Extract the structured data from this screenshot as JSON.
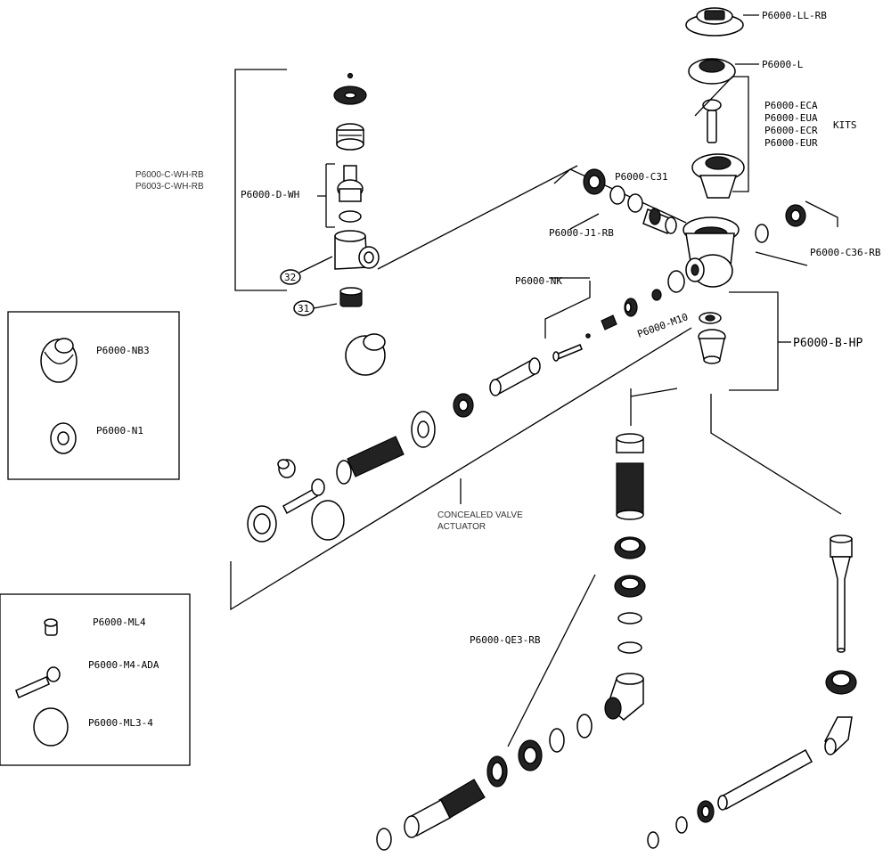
{
  "labels": {
    "ll_rb": "P6000-LL-RB",
    "l": "P6000-L",
    "eca": "P6000-ECA",
    "eua": "P6000-EUA",
    "ecr": "P6000-ECR",
    "eur": "P6000-EUR",
    "kits": "KITS",
    "c_wh_rb": "P6000-C-WH-RB",
    "c_wh_rb_2": "P6003-C-WH-RB",
    "d_wh": "P6000-D-WH",
    "c31": "P6000-C31",
    "j1_rb": "P6000-J1-RB",
    "c36_rb": "P6000-C36-RB",
    "nk": "P6000-NK",
    "m10": "P6000-M10",
    "b_hp": "P6000-B-HP",
    "n32": "32",
    "n31": "31",
    "concealed_1": "CONCEALED VALVE",
    "concealed_2": "ACTUATOR",
    "qe3_rb": "P6000-QE3-RB"
  },
  "inset_top": {
    "nb3": "P6000-NB3",
    "n1": "P6000-N1"
  },
  "inset_bottom": {
    "ml4": "P6000-ML4",
    "m4_ada": "P6000-M4-ADA",
    "ml3_4": "P6000-ML3-4"
  }
}
